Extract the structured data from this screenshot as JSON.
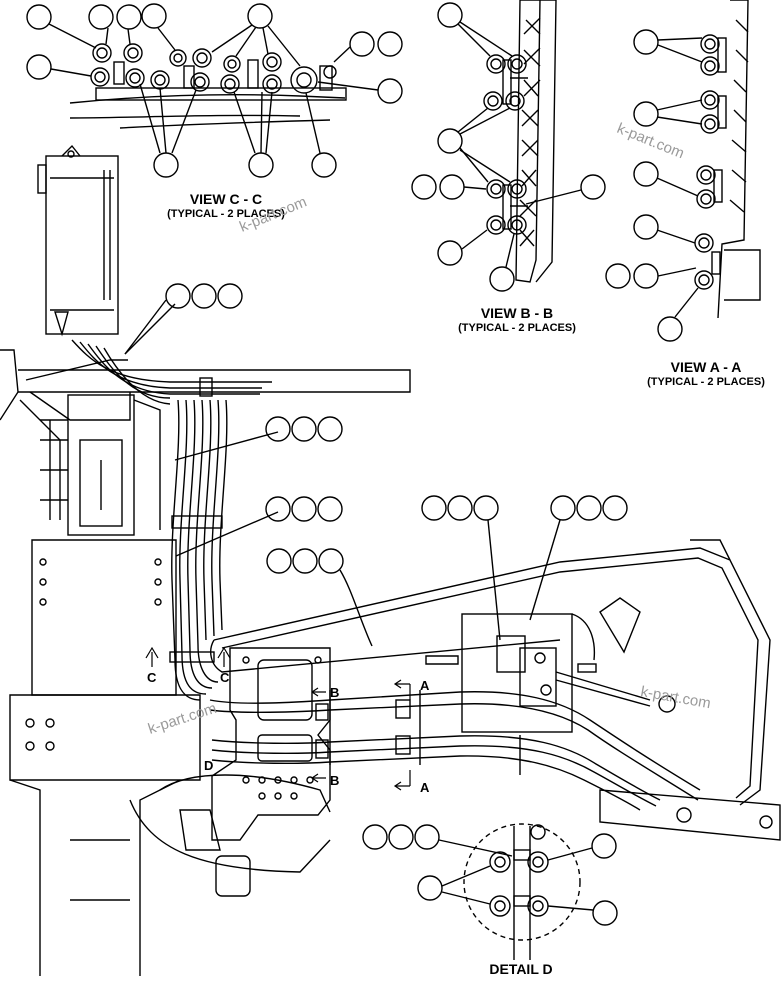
{
  "views": {
    "c": {
      "title": "VIEW C - C",
      "subtitle": "(TYPICAL - 2 PLACES)"
    },
    "b": {
      "title": "VIEW B - B",
      "subtitle": "(TYPICAL - 2 PLACES)"
    },
    "a": {
      "title": "VIEW A - A",
      "subtitle": "(TYPICAL - 2 PLACES)"
    },
    "d": {
      "title": "DETAIL D"
    }
  },
  "section_marks": {
    "a_top": "A",
    "a_bottom": "A",
    "b_top": "B",
    "b_bottom": "B",
    "c_left": "C",
    "c_right": "C",
    "d": "D"
  },
  "watermarks": [
    "k-part.com",
    "k-part.com",
    "k-part.com",
    "k-part.com"
  ]
}
